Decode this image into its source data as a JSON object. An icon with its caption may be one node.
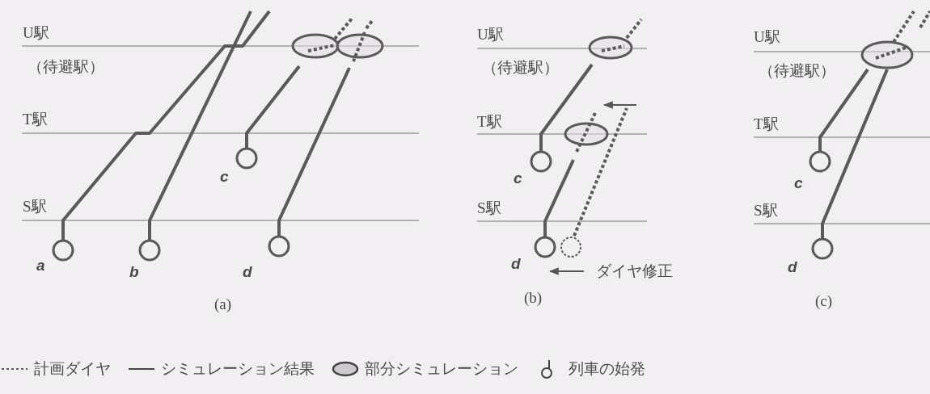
{
  "diagram": {
    "labels": [
      "U駅",
      "（待避駅）",
      "T駅",
      "S駅",
      "a",
      "b",
      "c",
      "d",
      "(a)",
      "U駅",
      "（待避駅）",
      "T駅",
      "c",
      "S駅",
      "d",
      "ダイヤ修正",
      "(b)",
      "U駅",
      "（待避駅）",
      "T駅",
      "c",
      "S駅",
      "d",
      "(c)"
    ],
    "legend": [
      {
        "text": "計画ダイヤ"
      },
      {
        "text": "シミュレーション結果"
      },
      {
        "text": "部分シミュレーション"
      },
      {
        "text": "列車の始発"
      }
    ]
  }
}
